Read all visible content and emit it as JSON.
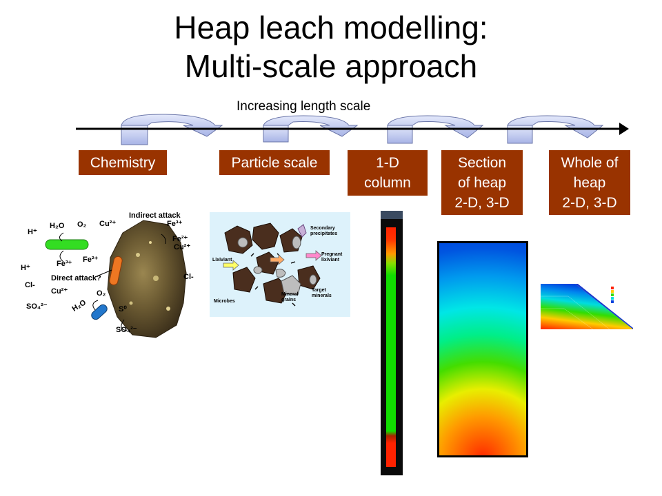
{
  "title": {
    "line1": "Heap leach modelling:",
    "line2": "Multi-scale approach"
  },
  "axis_label": "Increasing length scale",
  "stages": [
    {
      "label": "Chemistry"
    },
    {
      "label": "Particle scale"
    },
    {
      "label": "1-D\ncolumn"
    },
    {
      "label": "Section\nof heap\n2-D, 3-D"
    },
    {
      "label": "Whole of\nheap\n2-D, 3-D"
    }
  ],
  "chemistry": {
    "h_plus_1": "H⁺",
    "h_plus_2": "H⁺",
    "h2o_top": "H₂O",
    "o2_top": "O₂",
    "cu_top": "Cu²⁺",
    "indirect": "Indirect attack",
    "fe3_right": "Fe³⁺",
    "fe2_right": "Fe²⁺",
    "cu_right": "Cu²⁺",
    "fe3_left": "Fe³⁺",
    "fe2_mid": "Fe²⁺",
    "direct": "Direct attack?",
    "cl_left": "Cl-",
    "cu_left": "Cu²⁺",
    "cl_right": "Cl-",
    "so4_left": "SO₄²⁻",
    "h2o_bottom": "H₂O",
    "o2_bottom": "O₂",
    "s0": "S⁰",
    "so4_bottom": "SO₄²⁻"
  },
  "particle": {
    "secondary": "Secondary\nprecipitates",
    "lixiviant": "Lixiviant",
    "pregnant": "Pregnant\nlixiviant",
    "microbes": "Microbes",
    "mineral": "Mineral\ngrains",
    "target": "Target\nminerals"
  },
  "colors": {
    "box": "#993300",
    "axis": "#000000",
    "curved_arrow": "#b8c4ee"
  }
}
